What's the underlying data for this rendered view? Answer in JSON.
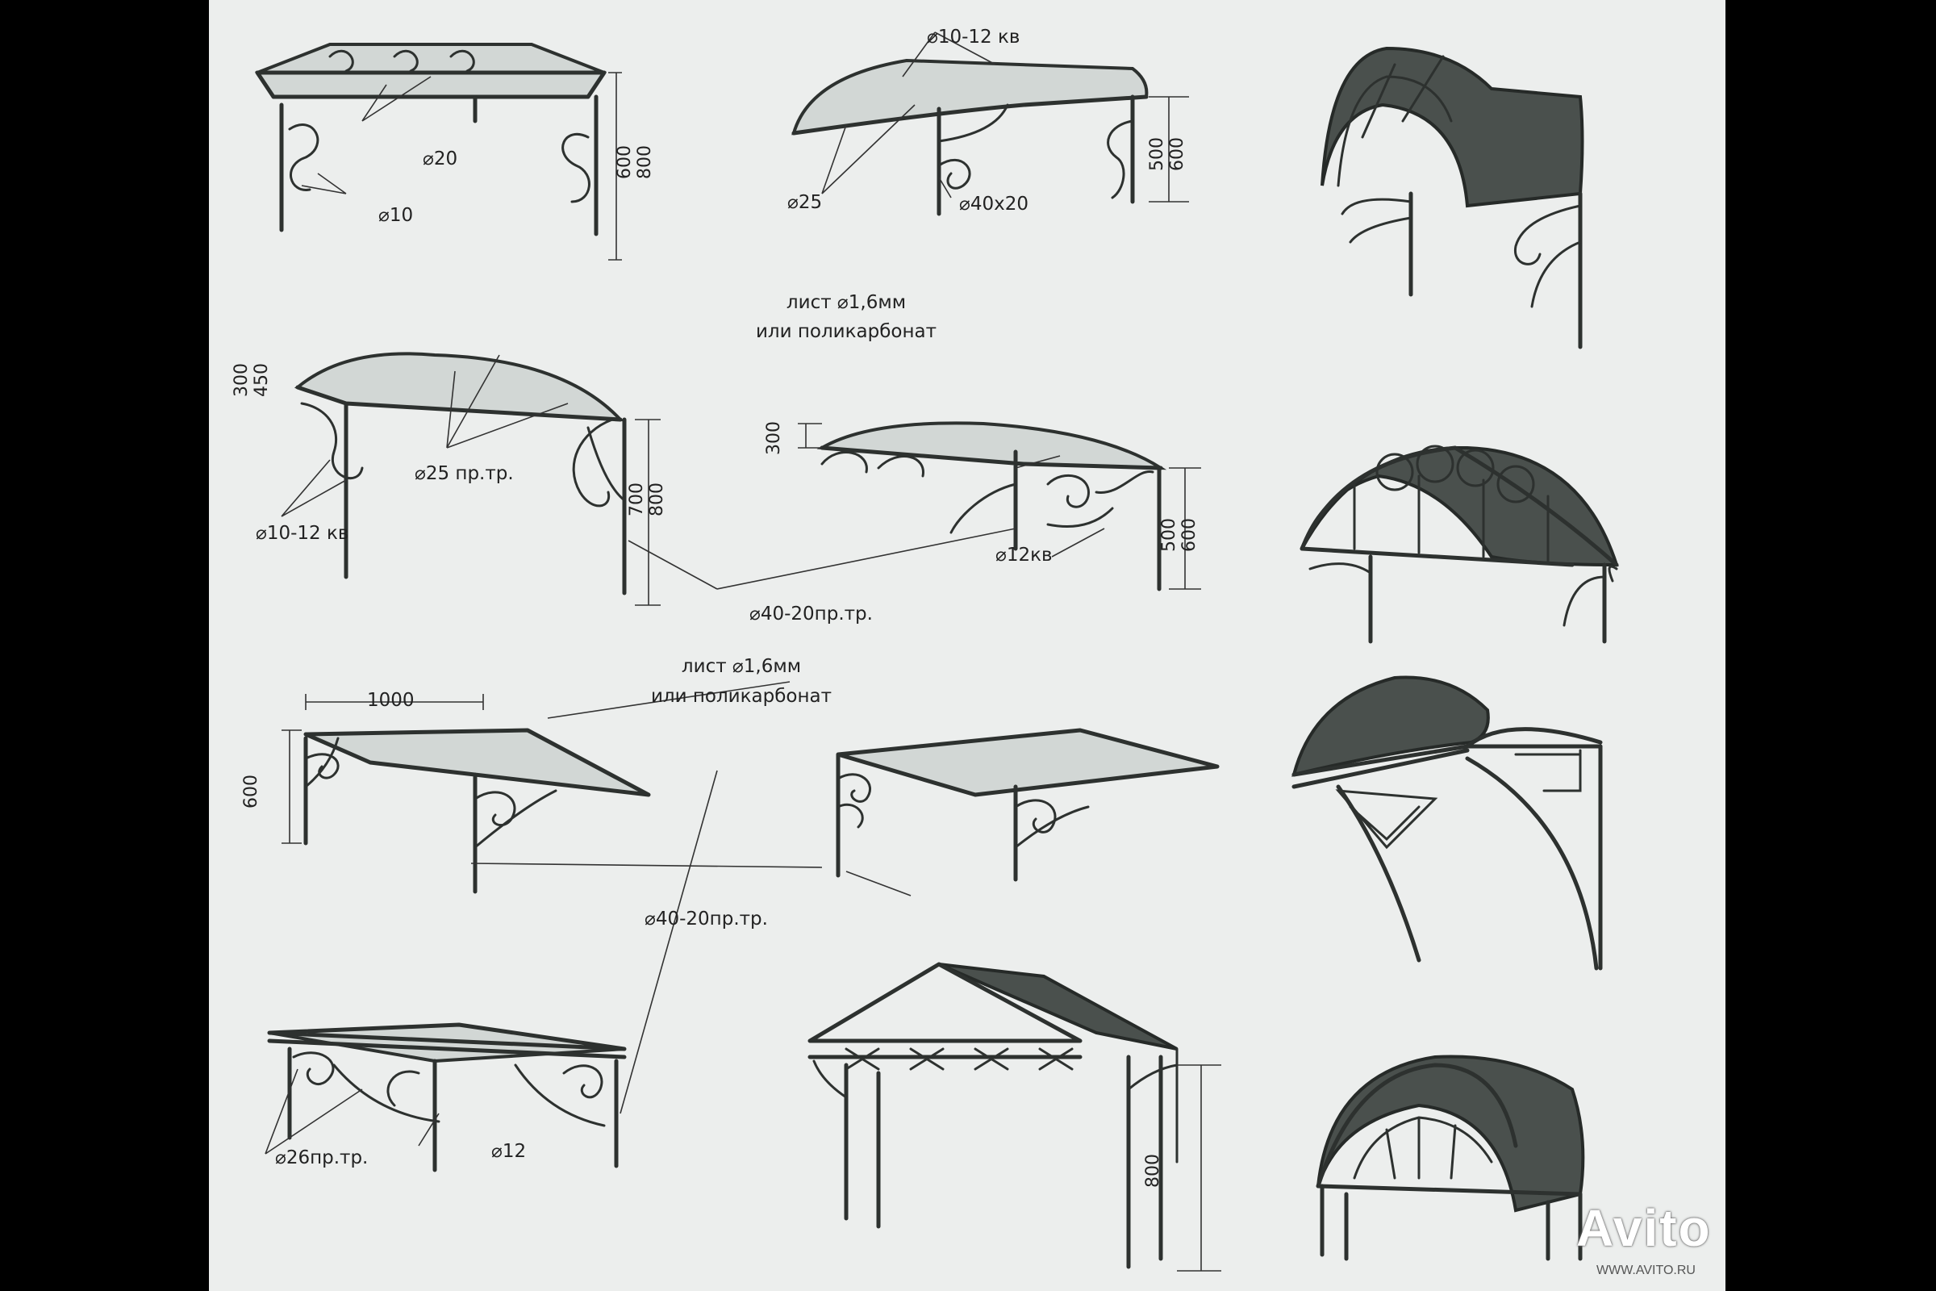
{
  "labels": {
    "d10_12_kv_top": "⌀10-12 кв",
    "d20": "⌀20",
    "sq10": "⌀10",
    "d25": "⌀25",
    "pipe40x20": "⌀40x20",
    "sheet_material_1_line1": "лист ⌀1,6мм",
    "sheet_material_1_line2": "или поликарбонат",
    "d25_pr_tr": "⌀25 пр.тр.",
    "d10_12_kv_left": "⌀10-12 кв",
    "sq12_mid": "⌀12кв",
    "pipe40_20_pr_tr_mid": "⌀40-20пр.тр.",
    "sheet_material_2_line1": "лист ⌀1,6мм",
    "sheet_material_2_line2": "или поликарбонат",
    "width_1000": "1000",
    "pipe40_20_pr_tr_low": "⌀40-20пр.тр.",
    "d26_pr_tr": "⌀26пр.тр.",
    "sq12_bottom": "⌀12"
  },
  "dimensions": {
    "c1_a": "600",
    "c1_b": "800",
    "c2_a": "500",
    "c2_b": "600",
    "c4_a": "300",
    "c4_b": "450",
    "c4_c": "700",
    "c4_d": "800",
    "c5_a": "300",
    "c5_b": "500",
    "c5_c": "600",
    "c7_a": "600",
    "c10_a": "800"
  },
  "watermark": {
    "brand": "Avito",
    "sub": "WWW.AVITO.RU"
  }
}
